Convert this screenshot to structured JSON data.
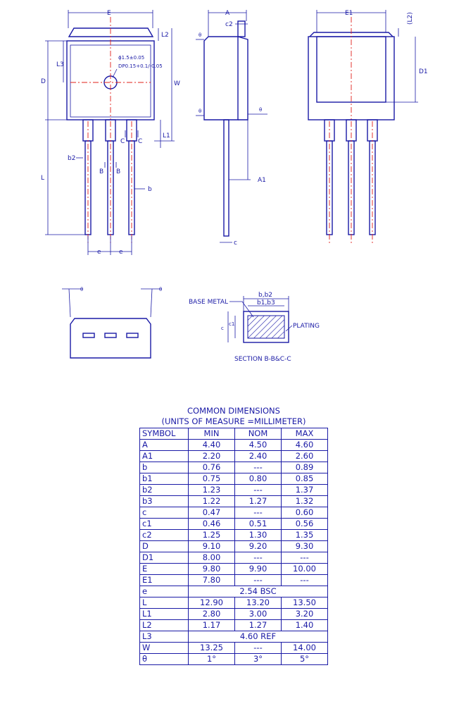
{
  "diagram": {
    "front_view": {
      "width_label": "E",
      "height_label": "D",
      "lead_length_label": "L",
      "tab_label": "L2",
      "l3_label": "L3",
      "overall_label": "W",
      "l1_label": "L1",
      "b2_label": "b2",
      "b_label": "b",
      "section_b": "B",
      "section_c": "C",
      "pitch_label": "e",
      "hole_note_1": "ϕ1.5±0.05",
      "hole_note_2": "DP0.15+0.1/-0.05"
    },
    "side_view": {
      "a_label": "A",
      "c2_label": "c2",
      "a1_label": "A1",
      "c_label": "c",
      "theta_label": "θ"
    },
    "back_view": {
      "e1_label": "E1",
      "l2_label": "(L2)",
      "d1_label": "D1"
    },
    "section_view": {
      "bb2_label": "b,b2",
      "b1b3_label": "b1,b3",
      "base_metal_label": "BASE METAL",
      "plating_label": "PLATING",
      "c_label": "c",
      "c1_label": "c1",
      "caption": "SECTION B-B&C-C"
    },
    "bottom_view": {
      "theta_label": "θ"
    }
  },
  "dimensions_table": {
    "title_1": "COMMON DIMENSIONS",
    "title_2": "(UNITS OF MEASURE =MILLIMETER)",
    "headers": [
      "SYMBOL",
      "MIN",
      "NOM",
      "MAX"
    ],
    "rows": [
      [
        "A",
        "4.40",
        "4.50",
        "4.60"
      ],
      [
        "A1",
        "2.20",
        "2.40",
        "2.60"
      ],
      [
        "b",
        "0.76",
        "---",
        "0.89"
      ],
      [
        "b1",
        "0.75",
        "0.80",
        "0.85"
      ],
      [
        "b2",
        "1.23",
        "---",
        "1.37"
      ],
      [
        "b3",
        "1.22",
        "1.27",
        "1.32"
      ],
      [
        "c",
        "0.47",
        "---",
        "0.60"
      ],
      [
        "c1",
        "0.46",
        "0.51",
        "0.56"
      ],
      [
        "c2",
        "1.25",
        "1.30",
        "1.35"
      ],
      [
        "D",
        "9.10",
        "9.20",
        "9.30"
      ],
      [
        "D1",
        "8.00",
        "---",
        "---"
      ],
      [
        "E",
        "9.80",
        "9.90",
        "10.00"
      ],
      [
        "E1",
        "7.80",
        "---",
        "---"
      ],
      [
        "e",
        "2.54 BSC"
      ],
      [
        "L",
        "12.90",
        "13.20",
        "13.50"
      ],
      [
        "L1",
        "2.80",
        "3.00",
        "3.20"
      ],
      [
        "L2",
        "1.17",
        "1.27",
        "1.40"
      ],
      [
        "L3",
        "4.60 REF"
      ],
      [
        "W",
        "13.25",
        "---",
        "14.00"
      ],
      [
        "θ",
        "1°",
        "3°",
        "5°"
      ]
    ]
  }
}
